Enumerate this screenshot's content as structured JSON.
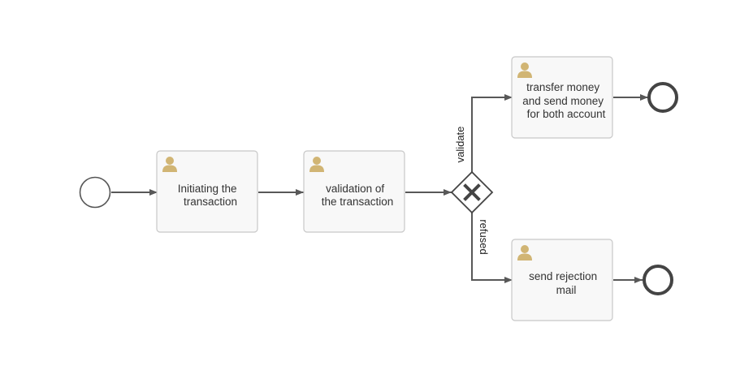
{
  "process": {
    "tasks": [
      {
        "id": "initiate",
        "label_lines": [
          "Initiating the",
          "transaction"
        ]
      },
      {
        "id": "validation",
        "label_lines": [
          "validation of",
          "the transaction"
        ]
      },
      {
        "id": "transfer",
        "label_lines": [
          "transfer money",
          "and send money",
          "for both account"
        ]
      },
      {
        "id": "rejection",
        "label_lines": [
          "send rejection",
          "mail"
        ]
      }
    ],
    "flow_labels": {
      "validate": "validate",
      "refused": "refused"
    }
  },
  "icons": {
    "task_type": "user-icon",
    "gateway_type": "exclusive-gateway-x-icon"
  },
  "colors": {
    "task_fill": "#f8f8f8",
    "task_stroke": "#c8c8c8",
    "user_icon": "#d1b574",
    "flow_stroke": "#585858",
    "end_event_stroke": "#444444"
  }
}
